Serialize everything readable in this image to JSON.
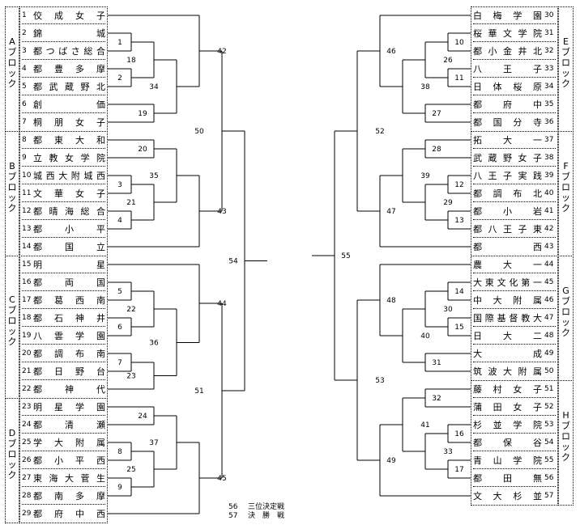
{
  "left_blocks": [
    {
      "label": "Aブロック",
      "teams": [
        {
          "no": "1",
          "name": "佼成女子"
        },
        {
          "no": "2",
          "name": "錦城"
        },
        {
          "no": "3",
          "name": "都つばさ総合"
        },
        {
          "no": "4",
          "name": "都豊多摩"
        },
        {
          "no": "5",
          "name": "都武蔵野北"
        },
        {
          "no": "6",
          "name": "創価"
        },
        {
          "no": "7",
          "name": "桐朋女子"
        }
      ]
    },
    {
      "label": "Bブロック",
      "teams": [
        {
          "no": "8",
          "name": "都東大和"
        },
        {
          "no": "9",
          "name": "立教女学院"
        },
        {
          "no": "10",
          "name": "城西大附城西"
        },
        {
          "no": "11",
          "name": "文華女子"
        },
        {
          "no": "12",
          "name": "都晴海総合"
        },
        {
          "no": "13",
          "name": "都小平"
        },
        {
          "no": "14",
          "name": "都国立"
        }
      ]
    },
    {
      "label": "Cブロック",
      "teams": [
        {
          "no": "15",
          "name": "明星"
        },
        {
          "no": "16",
          "name": "都両国"
        },
        {
          "no": "17",
          "name": "都葛西南"
        },
        {
          "no": "18",
          "name": "都石神井"
        },
        {
          "no": "19",
          "name": "八雲学園"
        },
        {
          "no": "20",
          "name": "都調布南"
        },
        {
          "no": "21",
          "name": "都日野台"
        },
        {
          "no": "22",
          "name": "都神代"
        }
      ]
    },
    {
      "label": "Dブロック",
      "teams": [
        {
          "no": "23",
          "name": "明星学園"
        },
        {
          "no": "24",
          "name": "都清瀬"
        },
        {
          "no": "25",
          "name": "学大附属"
        },
        {
          "no": "26",
          "name": "都小平西"
        },
        {
          "no": "27",
          "name": "東海大菅生"
        },
        {
          "no": "28",
          "name": "都南多摩"
        },
        {
          "no": "29",
          "name": "都府中西"
        }
      ]
    }
  ],
  "right_blocks": [
    {
      "label": "Eブロック",
      "teams": [
        {
          "no": "30",
          "name": "白梅学園"
        },
        {
          "no": "31",
          "name": "桜華文学院"
        },
        {
          "no": "32",
          "name": "都小金井北"
        },
        {
          "no": "33",
          "name": "八王子"
        },
        {
          "no": "34",
          "name": "日体桜原"
        },
        {
          "no": "35",
          "name": "都府中"
        },
        {
          "no": "36",
          "name": "都国分寺"
        }
      ]
    },
    {
      "label": "Fブロック",
      "teams": [
        {
          "no": "37",
          "name": "拓大一"
        },
        {
          "no": "38",
          "name": "武蔵野女子"
        },
        {
          "no": "39",
          "name": "八王子実践"
        },
        {
          "no": "40",
          "name": "都調布北"
        },
        {
          "no": "41",
          "name": "都小岩"
        },
        {
          "no": "42",
          "name": "都八王子東"
        },
        {
          "no": "43",
          "name": "都西"
        }
      ]
    },
    {
      "label": "Gブロック",
      "teams": [
        {
          "no": "44",
          "name": "農大一"
        },
        {
          "no": "45",
          "name": "大東文化第一"
        },
        {
          "no": "46",
          "name": "中大附属"
        },
        {
          "no": "47",
          "name": "国際基督教大"
        },
        {
          "no": "48",
          "name": "日大二"
        },
        {
          "no": "49",
          "name": "大成"
        },
        {
          "no": "50",
          "name": "筑波大附属"
        }
      ]
    },
    {
      "label": "Hブロック",
      "teams": [
        {
          "no": "51",
          "name": "藤村女子"
        },
        {
          "no": "52",
          "name": "蒲田女子"
        },
        {
          "no": "53",
          "name": "杉並学院"
        },
        {
          "no": "54",
          "name": "都保谷"
        },
        {
          "no": "55",
          "name": "青山学院"
        },
        {
          "no": "56",
          "name": "都田無"
        },
        {
          "no": "57",
          "name": "文大杉並"
        }
      ]
    }
  ],
  "matches_left": {
    "m1": "1",
    "m2": "2",
    "m18": "18",
    "m19": "19",
    "m34": "34",
    "m42": "42",
    "m20": "20",
    "m3": "3",
    "m4": "4",
    "m21": "21",
    "m35": "35",
    "m43": "43",
    "m50": "50",
    "m5": "5",
    "m6": "6",
    "m22": "22",
    "m7": "7",
    "m23": "23",
    "m36": "36",
    "m44": "44",
    "m24": "24",
    "m8": "8",
    "m9": "9",
    "m25": "25",
    "m37": "37",
    "m45": "45",
    "m51": "51",
    "m54": "54"
  },
  "matches_right": {
    "m10": "10",
    "m11": "11",
    "m26": "26",
    "m38": "38",
    "m27": "27",
    "m46": "46",
    "m28": "28",
    "m12": "12",
    "m13": "13",
    "m29": "29",
    "m39": "39",
    "m47": "47",
    "m52": "52",
    "m14": "14",
    "m15": "15",
    "m30": "30",
    "m31": "31",
    "m40": "40",
    "m48": "48",
    "m32": "32",
    "m16": "16",
    "m17": "17",
    "m33": "33",
    "m41": "41",
    "m49": "49",
    "m53": "53",
    "m55": "55"
  },
  "legend": [
    {
      "num": "56",
      "label": "三位決定戦"
    },
    {
      "num": "57",
      "label": "決　勝　戦"
    }
  ]
}
